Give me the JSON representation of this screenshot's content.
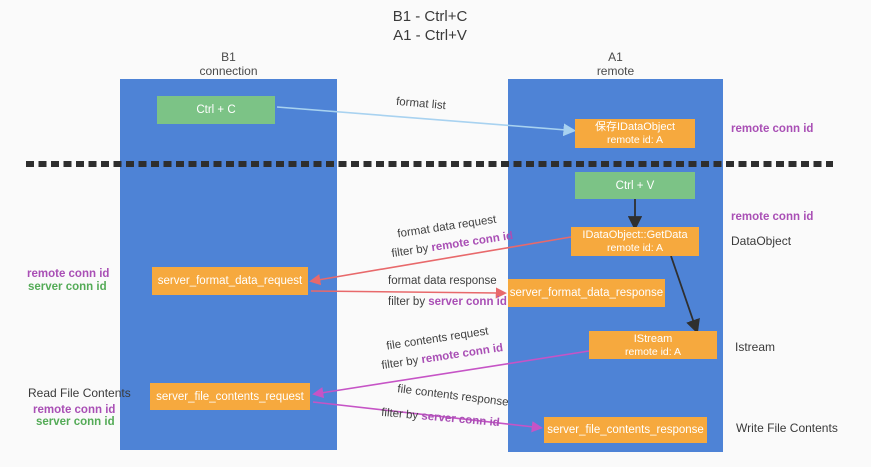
{
  "title": {
    "line1": "B1 - Ctrl+C",
    "line2": "A1 - Ctrl+V"
  },
  "lanes": {
    "left": {
      "name": "B1",
      "role": "connection"
    },
    "right": {
      "name": "A1",
      "role": "remote"
    }
  },
  "nodes": {
    "ctrl_c": {
      "label": "Ctrl + C"
    },
    "save_idataobject": {
      "line1": "保存IDataObject",
      "line2": "remote id: A"
    },
    "ctrl_v": {
      "label": "Ctrl + V"
    },
    "getdata": {
      "line1": "IDataObject::GetData",
      "line2": "remote id: A"
    },
    "format_request": {
      "label": "server_format_data_request"
    },
    "format_response": {
      "label": "server_format_data_response"
    },
    "istream": {
      "line1": "IStream",
      "line2": "remote id: A"
    },
    "file_request": {
      "label": "server_file_contents_request"
    },
    "file_response": {
      "label": "server_file_contents_response"
    }
  },
  "edges": {
    "format_list": {
      "label": "format list"
    },
    "format_data_request": {
      "label": "format data request",
      "filter_prefix": "filter by ",
      "filter_key": "remote conn id"
    },
    "format_data_response": {
      "label": "format data response",
      "filter_prefix": "filter by ",
      "filter_key": "server conn id"
    },
    "file_contents_request": {
      "label": "file contents request",
      "filter_prefix": "filter by ",
      "filter_key": "remote conn id"
    },
    "file_contents_response": {
      "label": "file contents response",
      "filter_prefix": "filter by ",
      "filter_key": "server conn id"
    }
  },
  "annotations": {
    "right_top_remote_conn_id": "remote conn id",
    "right_mid_remote_conn_id": "remote conn id",
    "right_dataobject": "DataObject",
    "right_istream": "Istream",
    "right_write_file": "Write File Contents",
    "left_remote_conn_id_top": "remote conn id",
    "left_server_conn_id_top": "server conn id",
    "left_read_file": "Read File Contents",
    "left_remote_conn_id_bottom": "remote conn id",
    "left_server_conn_id_bottom": "server conn id"
  },
  "colors": {
    "background": "#fafafa",
    "lane_blue": "#4e83d6",
    "box_orange": "#f6a93e",
    "box_green": "#7cc386",
    "arrow_lightblue": "#a8d2f0",
    "arrow_red": "#e8696b",
    "arrow_magenta": "#c654c6",
    "arrow_black": "#2f2f2f",
    "dashed_line": "#2e2e2e",
    "text_purple": "#a94fb5",
    "text_green": "#54ab57"
  }
}
